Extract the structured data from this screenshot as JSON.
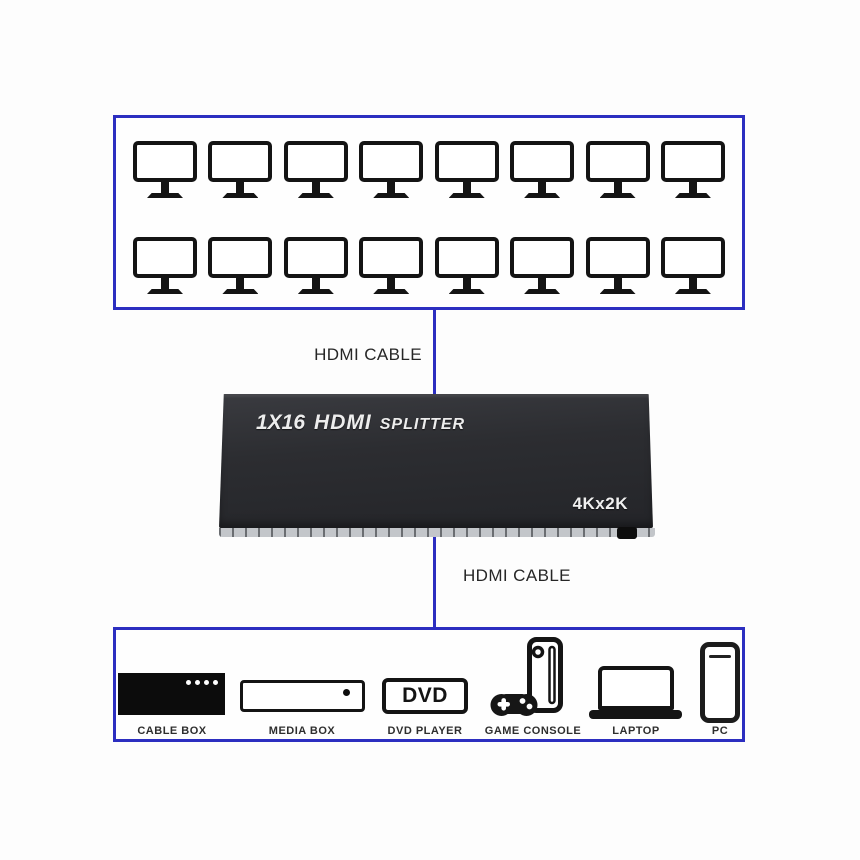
{
  "title": "1X16 HDMI splitter connection diagram",
  "colors": {
    "accent_blue": "#2c2ec0",
    "device_body": "#2b2c30",
    "text_dark": "#262626"
  },
  "outputs": {
    "monitor_count": 16,
    "per_row": 8,
    "description": "16 display outputs"
  },
  "cables": {
    "top_label": "HDMI CABLE",
    "bottom_label": "HDMI CABLE"
  },
  "splitter": {
    "model_prefix": "1X16",
    "brand": "HDMI",
    "model_suffix": "SPLITTER",
    "resolution_badge": "4Kx2K"
  },
  "sources": [
    {
      "id": "cable-box",
      "label": "CABLE BOX"
    },
    {
      "id": "media-box",
      "label": "MEDIA BOX"
    },
    {
      "id": "dvd-player",
      "label": "DVD PLAYER",
      "icon_text": "DVD"
    },
    {
      "id": "game-console",
      "label": "GAME CONSOLE"
    },
    {
      "id": "laptop",
      "label": "LAPTOP"
    },
    {
      "id": "pc",
      "label": "PC"
    }
  ]
}
